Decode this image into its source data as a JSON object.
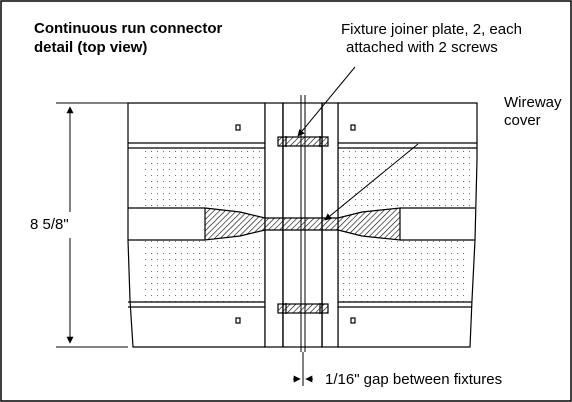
{
  "title": {
    "line1": "Continuous run connector",
    "line2": "detail (top view)"
  },
  "callouts": {
    "joiner_line1": "Fixture joiner plate, 2, each",
    "joiner_line2": "attached with 2 screws",
    "wireway_line1": "Wireway",
    "wireway_line2": "cover",
    "dimension": "8 5/8\"",
    "gap": "1/16\" gap between fixtures"
  },
  "colors": {
    "line": "#000000",
    "background": "#ffffff",
    "stipple": "#555555"
  }
}
